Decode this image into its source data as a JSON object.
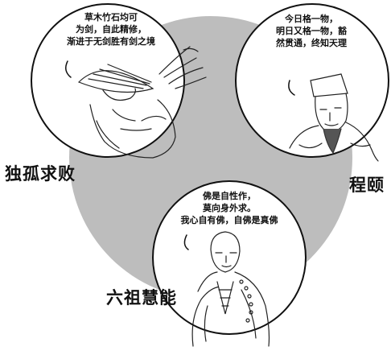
{
  "colors": {
    "background": "#ffffff",
    "disc": "#bdbdbd",
    "ink": "#111111",
    "bubble": "#ffffff"
  },
  "figures": {
    "dugu": {
      "name": "独孤求败",
      "icon": "swordsman-with-straw-hat-icon",
      "quote": [
        "草木竹石均可",
        "为剑，自此精修，",
        "渐进于无剑胜有剑之境"
      ]
    },
    "cheng": {
      "name": "程颐",
      "icon": "scholar-official-icon",
      "quote": [
        "今日格一物，",
        "明日又格一物，豁",
        "然贯通，终知天理"
      ]
    },
    "huineng": {
      "name": "六祖慧能",
      "icon": "praying-monk-icon",
      "quote": [
        "佛是自性作，",
        "莫向身外求。",
        "我心自有佛，自佛是真佛"
      ]
    }
  }
}
